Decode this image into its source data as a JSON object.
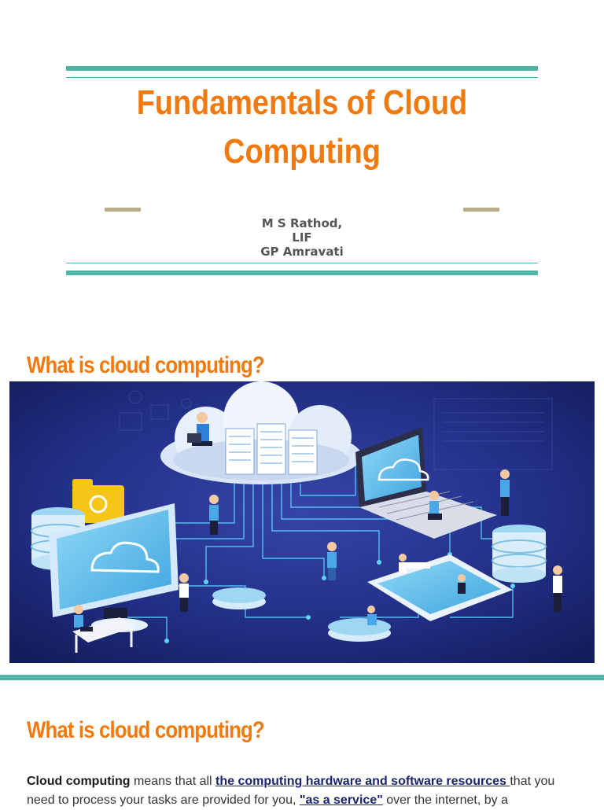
{
  "slide1": {
    "title_line1": "Fundamentals of Cloud",
    "title_line2": "Computing",
    "author_line1": "M S Rathod,",
    "author_line2": "LIF",
    "author_line3": "GP Amravati"
  },
  "slide2": {
    "heading": "What is cloud computing?"
  },
  "slide3": {
    "heading": "What is cloud computing?",
    "p_term": "Cloud computing",
    "p_text1": " means that all ",
    "p_link1": "the computing hardware and software resources ",
    "p_text2": "that you need to process your tasks are provided for you, ",
    "p_link2": "\"as a service\"",
    "p_text3": " over the internet, by a"
  },
  "colors": {
    "accent_orange": "#f07a10",
    "rule_teal": "#4fb3a6",
    "rule_tan": "#b9ad8e",
    "illustration_bg": "#1d2a78"
  }
}
